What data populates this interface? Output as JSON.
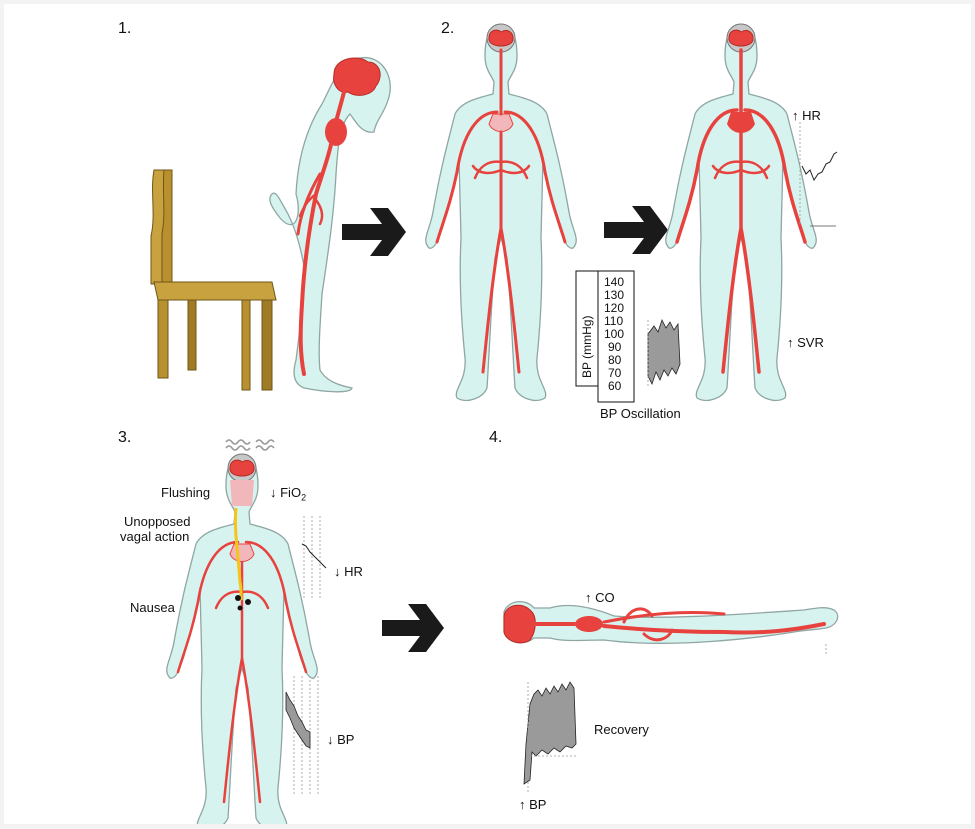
{
  "panels": {
    "p1": {
      "number": "1."
    },
    "p2": {
      "number": "2."
    },
    "p3": {
      "number": "3."
    },
    "p4": {
      "number": "4."
    }
  },
  "labels": {
    "hr_up": "↑ HR",
    "svr_up": "↑ SVR",
    "bp_axis": "BP (mmHg)",
    "bp_oscillation": "BP Oscillation",
    "flushing": "Flushing",
    "fio2_prefix": "↓ FiO",
    "fio2_sub": "2",
    "unopposed_line1": "Unopposed",
    "unopposed_line2": "vagal action",
    "hr_down": "↓ HR",
    "nausea": "Nausea",
    "bp_down": "↓ BP",
    "co_up": "↑ CO",
    "recovery": "Recovery",
    "bp_up": "↑ BP"
  },
  "bp_scale": [
    "140",
    "130",
    "120",
    "110",
    "100",
    "90",
    "80",
    "70",
    "60"
  ],
  "colors": {
    "vessel": "#e8423e",
    "body": "#d6f3ef",
    "chair": "#b8902f",
    "arrow": "#1a1a1a",
    "nerve": "#f5c51a"
  },
  "icons": [
    "chair-icon",
    "brain-icon",
    "heart-icon",
    "arrow-right-icon",
    "spring-icon"
  ]
}
